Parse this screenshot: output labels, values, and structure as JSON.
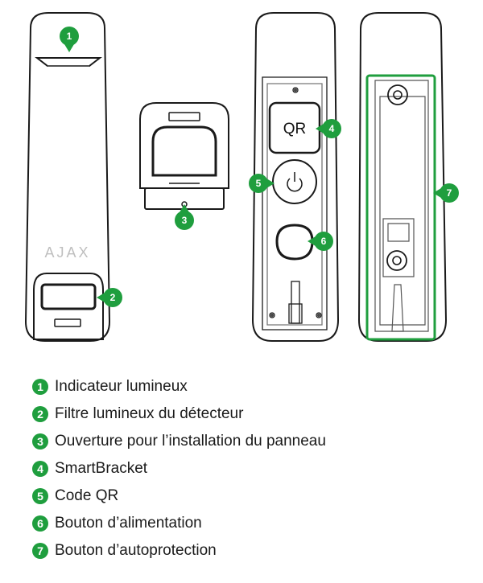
{
  "brand_mark": "AJAX",
  "qr_label": "QR",
  "colors": {
    "callout": "#1f9e3e",
    "outline": "#1a1a1a",
    "highlight": "#1f9e3e"
  },
  "icons": {
    "power": "power-icon",
    "screw": "screw-hole-icon"
  },
  "callouts": [
    {
      "number": "1",
      "label": "Indicateur lumineux"
    },
    {
      "number": "2",
      "label": "Filtre lumineux du détecteur"
    },
    {
      "number": "3",
      "label": "Ouverture pour l’installation du panneau"
    },
    {
      "number": "4",
      "label": "SmartBracket"
    },
    {
      "number": "5",
      "label": "Code QR"
    },
    {
      "number": "6",
      "label": "Bouton d’alimentation"
    },
    {
      "number": "7",
      "label": "Bouton d’autoprotection"
    }
  ]
}
